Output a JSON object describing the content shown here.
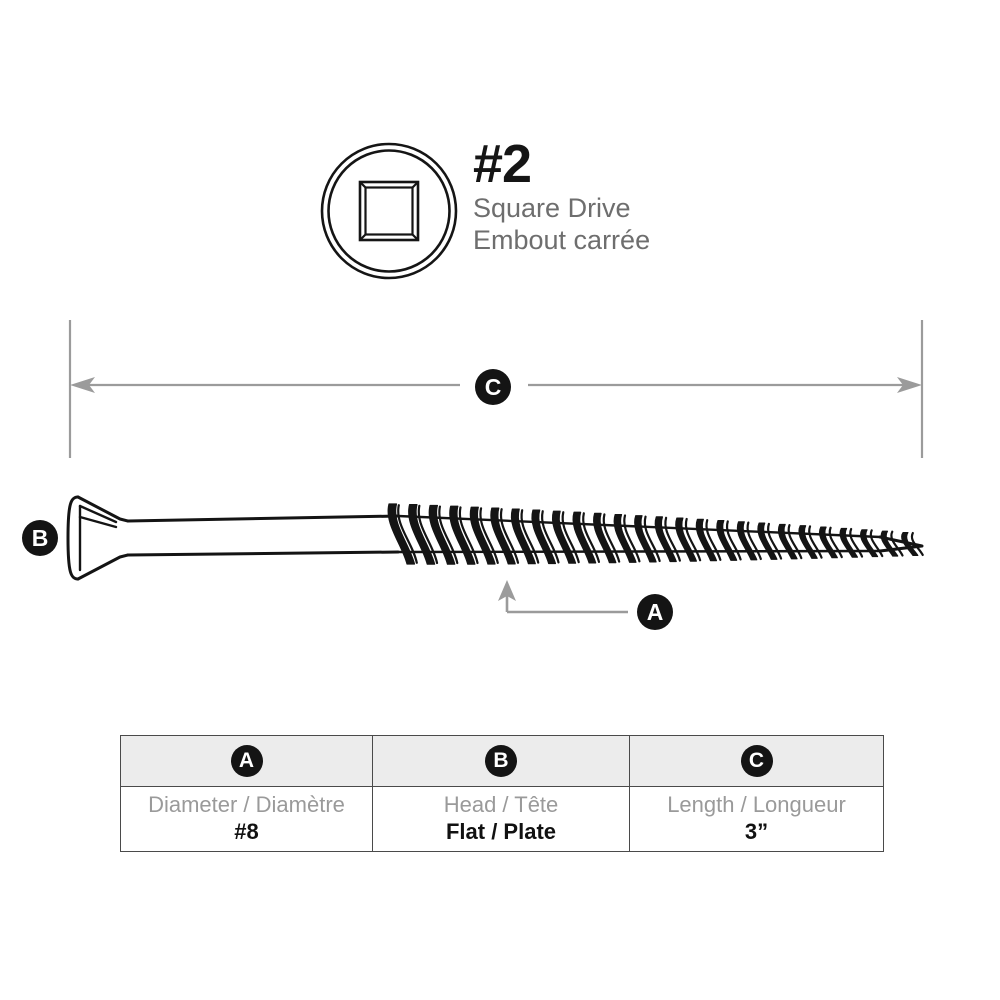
{
  "drive": {
    "icon_name": "square-drive-icon",
    "size": "#2",
    "name_en": "Square Drive",
    "name_fr": "Embout carrée"
  },
  "diagram": {
    "product_icon_name": "flat-head-screw-illustration",
    "callouts": [
      {
        "id": "A",
        "label": "A",
        "target": "thread-diameter"
      },
      {
        "id": "B",
        "label": "B",
        "target": "head-type"
      },
      {
        "id": "C",
        "label": "C",
        "target": "overall-length"
      }
    ]
  },
  "table": {
    "headers": [
      "A",
      "B",
      "C"
    ],
    "rows": [
      {
        "label": "Diameter / Diamètre",
        "value": "#8"
      },
      {
        "label": "Head / Tête",
        "value": "Flat / Plate"
      },
      {
        "label": "Length / Longueur",
        "value": "3”"
      }
    ]
  },
  "colors": {
    "ink": "#141414",
    "dimension_line": "#9b9b9b",
    "muted_text": "#9a9a9a",
    "drive_text": "#6e6e6e",
    "table_header_bg": "#ececec",
    "table_border": "#4a4a4a",
    "background": "#ffffff"
  }
}
